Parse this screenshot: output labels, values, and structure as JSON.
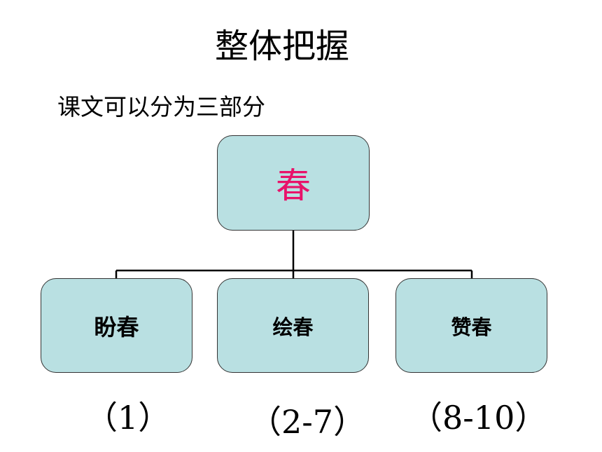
{
  "title": "整体把握",
  "subtitle": "课文可以分为三部分",
  "root": {
    "label": "春",
    "color": "#e8136a"
  },
  "children": [
    {
      "label": "盼春",
      "range": "（1）"
    },
    {
      "label": "绘春",
      "range": "（2-7）"
    },
    {
      "label": "赞春",
      "range": "（8-10）"
    }
  ],
  "colors": {
    "node_fill": "#b9e0e2",
    "line": "#000000"
  }
}
